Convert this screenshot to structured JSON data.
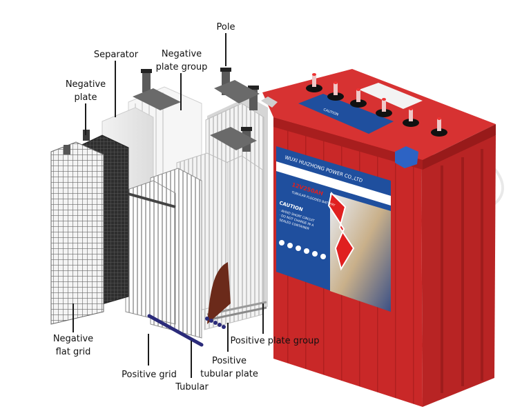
{
  "labels": {
    "pole": "Pole",
    "separator": "Separator",
    "negative_plate_group": [
      "Negative",
      "plate group"
    ],
    "negative_plate": [
      "Negative",
      "plate"
    ],
    "negative_flat_grid": [
      "Negative",
      "flat grid"
    ],
    "positive_grid": "Positive grid",
    "tubular": "Tubular",
    "positive_tubular_plate": [
      "Positive",
      "tubular plate"
    ],
    "positive_plate_group": "Positive plate group"
  },
  "battery_label": {
    "brand": "WUXI HUIZHONG POWER CO.,LTD",
    "rating": "12V250AH",
    "type": "TUBULAR FLOODED BATTERY",
    "caution_title": "CAUTION",
    "caution_lines": [
      "· AVOID SHORT CIRCUIT",
      "· DO NOT CHARGE IN A",
      "  SEALED CONTAINER"
    ],
    "top_sticker": "CAUTION"
  },
  "colors": {
    "battery_red": "#cc2a2a",
    "battery_red_dark": "#a81e1e",
    "label_blue": "#1f4f9e",
    "plate_gray": "#4a4a4a",
    "tube_navy": "#2b2b7a"
  }
}
